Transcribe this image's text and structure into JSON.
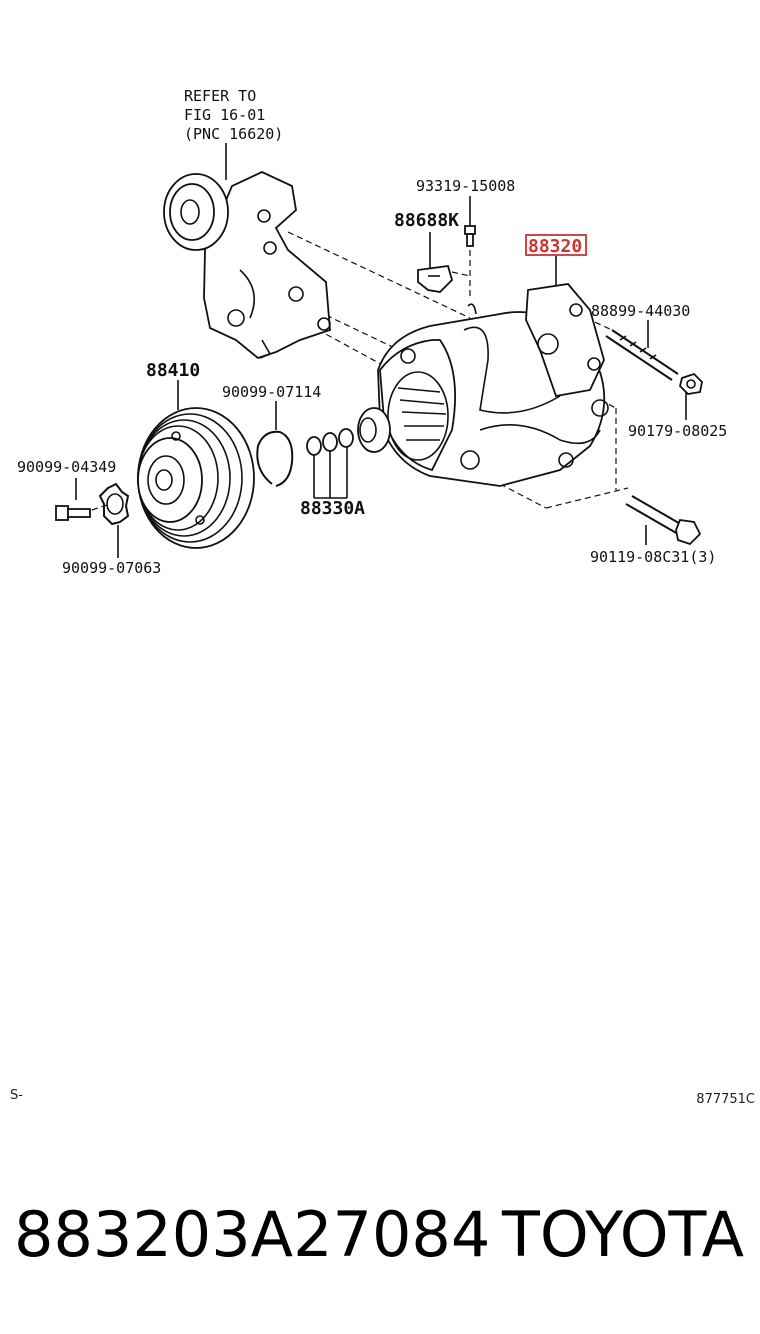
{
  "colors": {
    "highlight": "#cc3333",
    "ink": "#111111"
  },
  "diagram": {
    "labels": {
      "refer_line1": "REFER TO",
      "refer_line2": "FIG 16-01",
      "refer_line3": "(PNC 16620)",
      "p93319": "93319-15008",
      "p88688k": "88688K",
      "p88320": "88320",
      "p88899": "88899-44030",
      "p88410": "88410",
      "p90099_07114": "90099-07114",
      "p90179": "90179-08025",
      "p90099_04349": "90099-04349",
      "p88330a": "88330A",
      "p90099_07063": "90099-07063",
      "p90119": "90119-08C31(3)"
    },
    "corner_left": "S-",
    "corner_right": "877751C"
  },
  "footer": {
    "part_number": "883203A27084",
    "brand": "TOYOTA"
  }
}
